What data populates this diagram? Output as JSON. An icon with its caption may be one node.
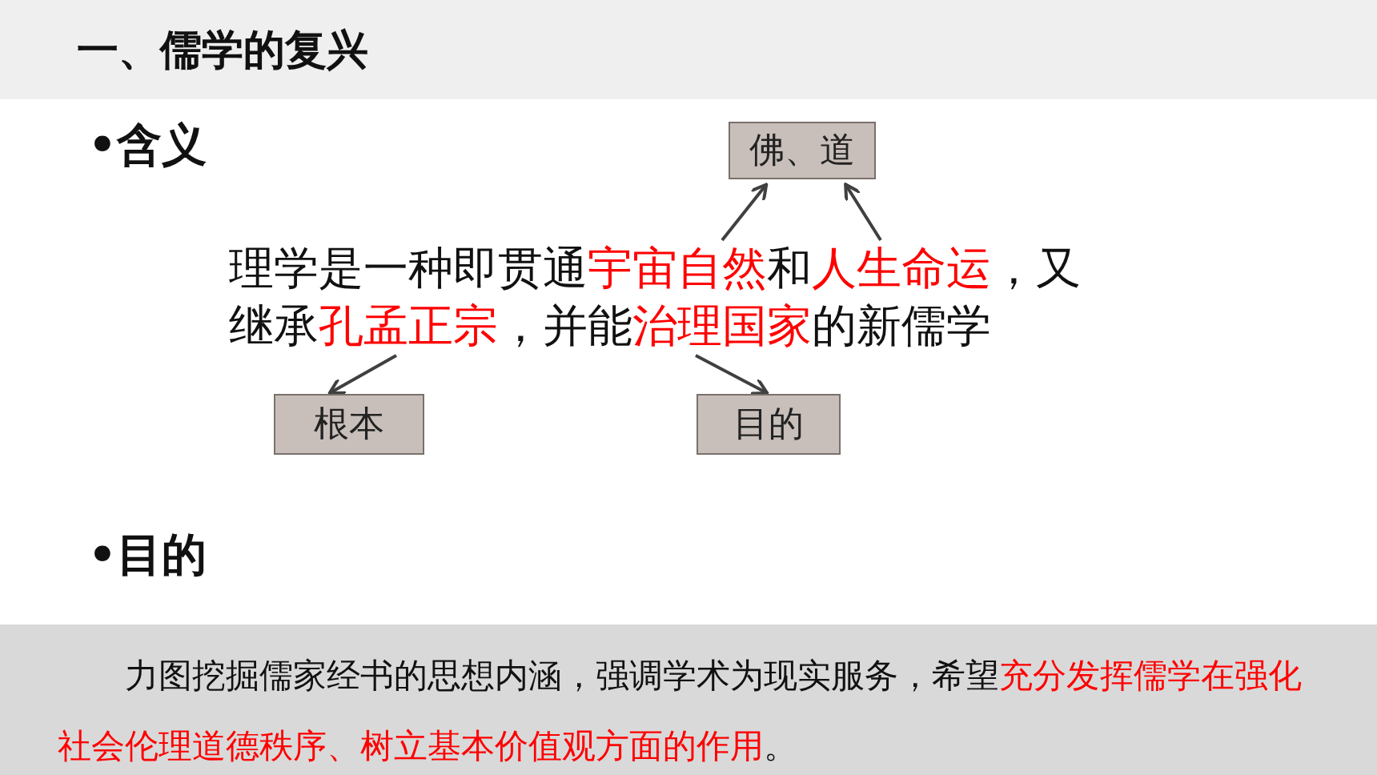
{
  "diagram": {
    "title": "一、儒学的复兴",
    "nodes": [
      {
        "text": [
          "佛、道"
        ]
      },
      {
        "text": [
          "理学是一种即贯通**宇宙自然**和**人生命运**，又继承**孔孟正宗**，并能**治理国家**的新儒学"
        ]
      },
      {
        "text": [
          "根本"
        ]
      },
      {
        "text": [
          "目的"
        ]
      }
    ],
    "edges": [
      {
        "from": 1,
        "to": 0,
        "arrow": "to"
      },
      {
        "from": 1,
        "to": 0,
        "arrow": "to"
      },
      {
        "from": 1,
        "to": 2,
        "arrow": "to"
      },
      {
        "from": 1,
        "to": 3,
        "arrow": "to"
      }
    ],
    "labels": [
      "•含义",
      "•目的",
      "力图挖掘儒家经书的思想内涵，强调学术为现实服务，希望**充分发挥儒学在强化社会伦理道德秩序、树立基本价值观方面的作用**。"
    ]
  }
}
